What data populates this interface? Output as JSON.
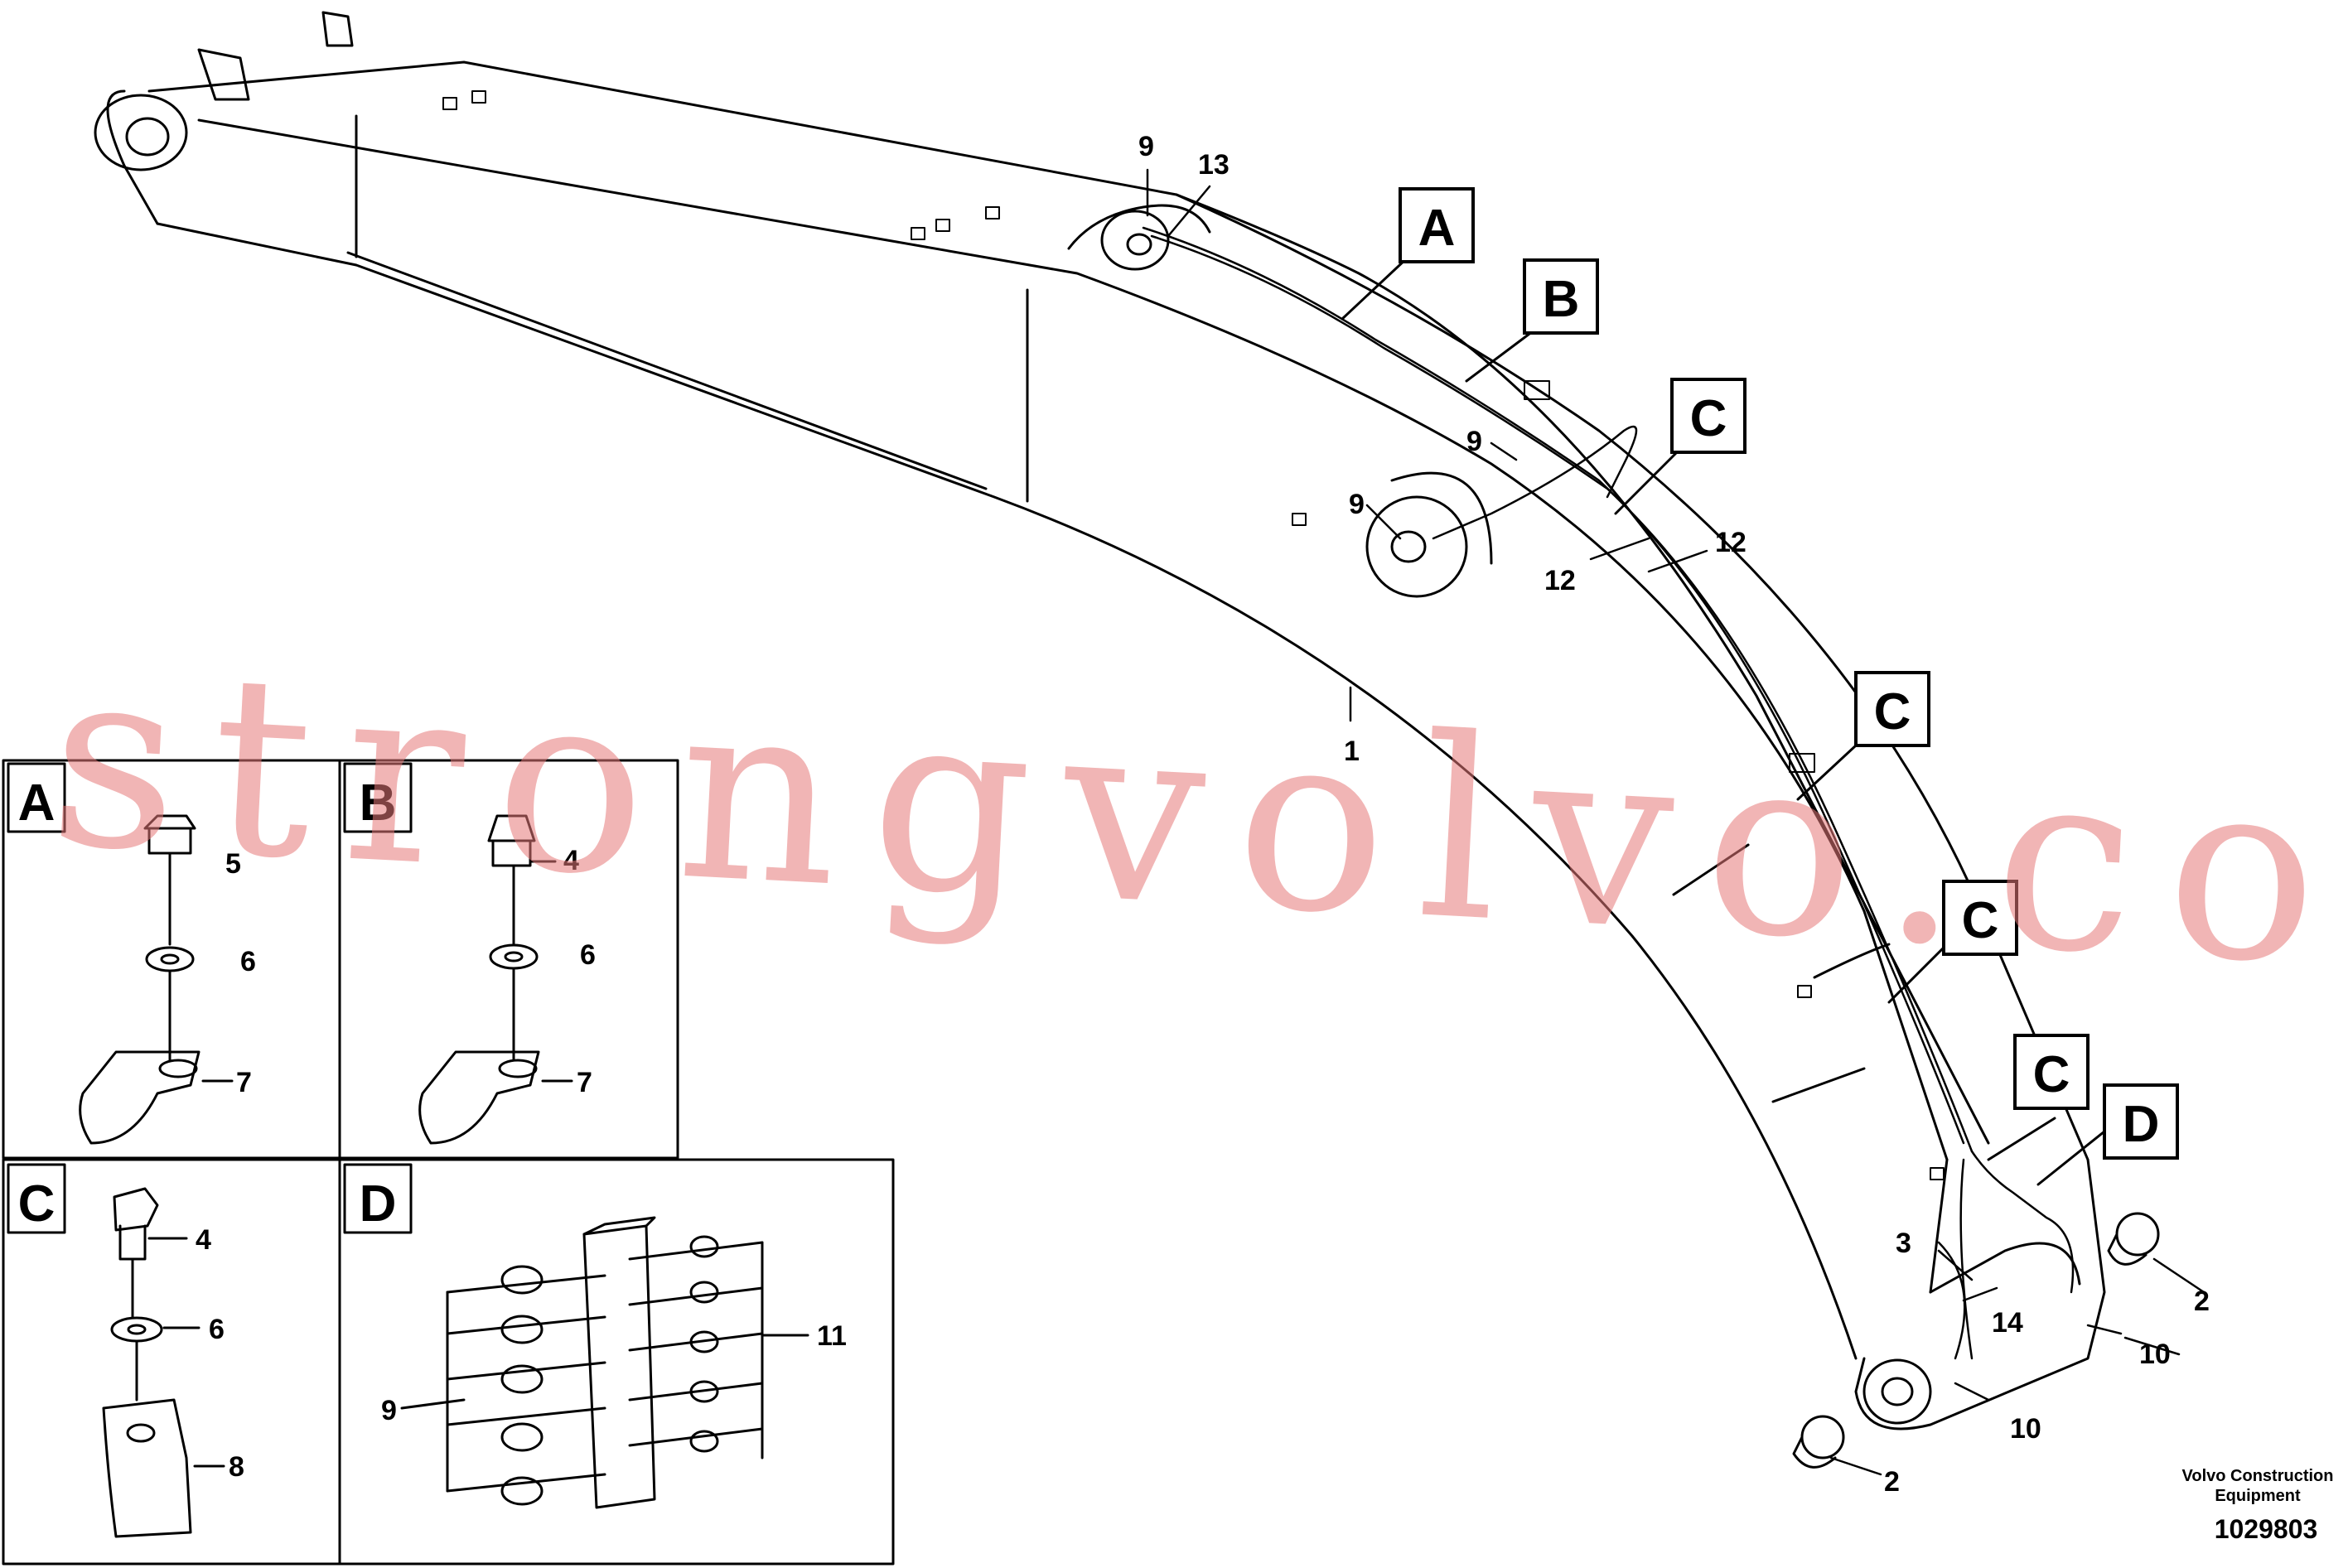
{
  "main_labels": {
    "boom": "1",
    "hose": "3",
    "tube": "14",
    "bushing": "2",
    "nipple": "9",
    "hose13": "13",
    "clamp12": "12",
    "fitting10": "10"
  },
  "callouts": {
    "a": "A",
    "b": "B",
    "c": "C",
    "d": "D"
  },
  "detail_a": {
    "title": "A",
    "items": [
      "5",
      "6",
      "7"
    ]
  },
  "detail_b": {
    "title": "B",
    "items": [
      "4",
      "6",
      "7"
    ]
  },
  "detail_c": {
    "title": "C",
    "items": [
      "4",
      "6",
      "8"
    ]
  },
  "detail_d": {
    "title": "D",
    "items": [
      "11",
      "9"
    ]
  },
  "footer": {
    "maker_line1": "Volvo Construction",
    "maker_line2": "Equipment",
    "drawing_number": "1029803"
  },
  "watermark": "strongvolvo.com"
}
